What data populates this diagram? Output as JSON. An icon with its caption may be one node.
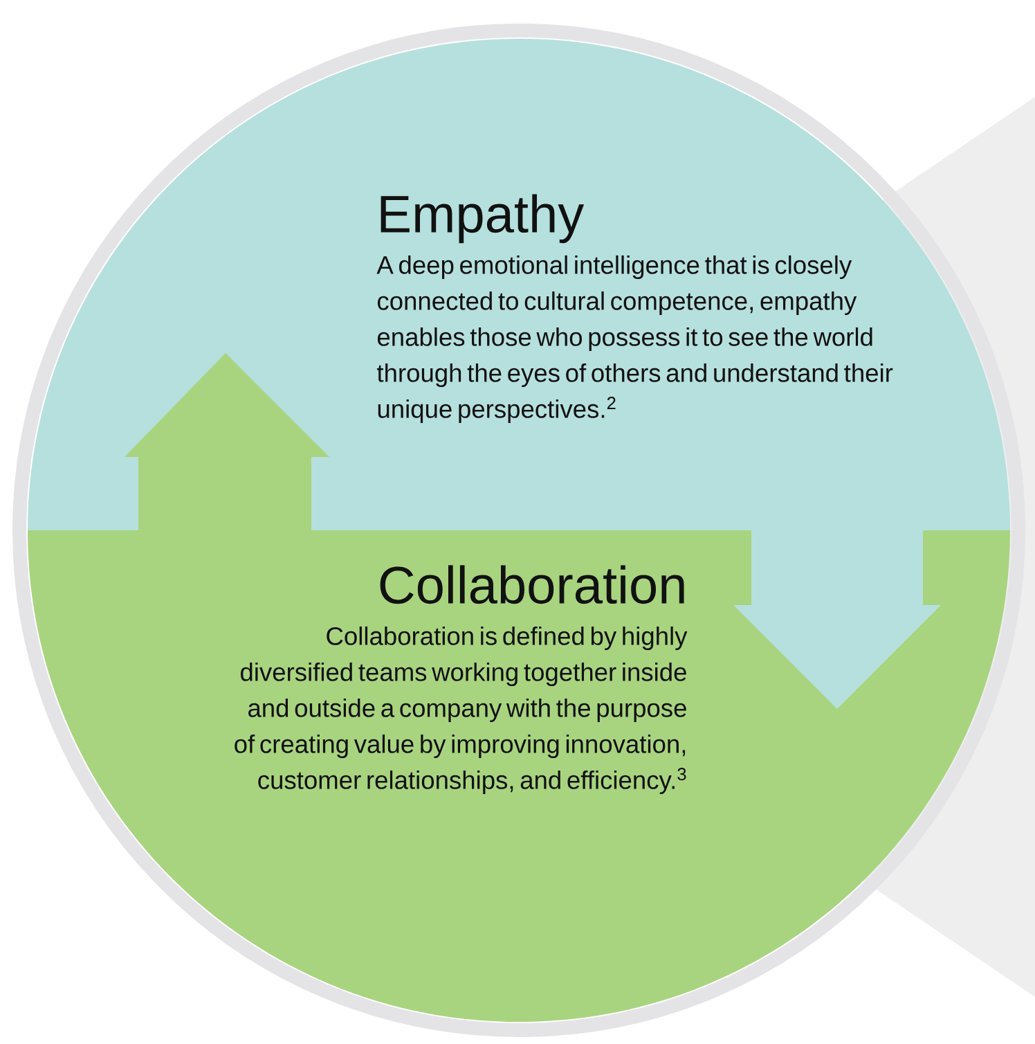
{
  "diagram": {
    "nodes": [
      {
        "text": [
          "Empathy",
          "A deep emotional intelligence that is closely connected to cultural competence, empathy enables those who possess it to see the world through the eyes of others and understand their unique perspectives.$^{2}$"
        ]
      },
      {
        "text": [
          "Collaboration",
          "Collaboration is defined by highly diversified teams working together inside and outside a company with the purpose of creating value by improving innovation, customer relationships, and efficiency.$^{3}$"
        ]
      }
    ]
  }
}
